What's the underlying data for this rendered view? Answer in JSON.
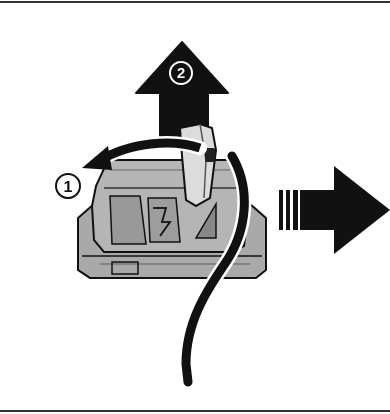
{
  "figure": {
    "step_labels": [
      {
        "number": "1",
        "style": "outlined"
      },
      {
        "number": "2",
        "style": "filled"
      }
    ],
    "colors": {
      "frame": "#333333",
      "arrow": "#111111",
      "part_body": "#b3b3b3",
      "part_shadow": "#8a8a8a",
      "part_highlight": "#e0e0e0",
      "cable": "#111111",
      "badge_fill": "#111111",
      "badge_text": "#ffffff"
    },
    "icons": [
      "up-arrow-icon",
      "right-arrow-icon",
      "curved-rotate-arrow-icon",
      "cartridge-icon",
      "cable-icon"
    ]
  }
}
